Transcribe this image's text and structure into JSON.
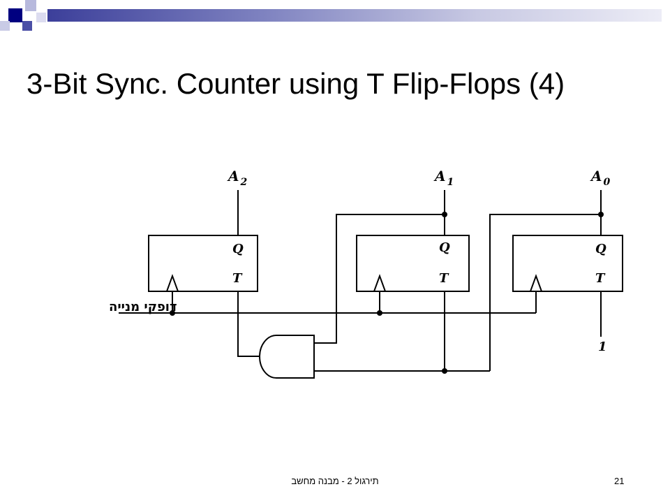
{
  "slide": {
    "title": "3-Bit Sync. Counter using T Flip-Flops (4)",
    "footer": "תירגול 2 - מבנה מחשב",
    "page_number": "21"
  },
  "colors": {
    "accent_dark": "#000080",
    "accent_mid": "#4b4fa6",
    "accent_light": "#9ea1d1",
    "wire": "#000000"
  },
  "diagram": {
    "input_label": "דופקי מנייה",
    "constant_input": "1",
    "outputs": [
      {
        "id": "a2",
        "base": "A",
        "sub": "2"
      },
      {
        "id": "a1",
        "base": "A",
        "sub": "1"
      },
      {
        "id": "a0",
        "base": "A",
        "sub": "0"
      }
    ],
    "flip_flops": [
      {
        "id": "ff2",
        "q_label": "Q",
        "t_label": "T"
      },
      {
        "id": "ff1",
        "q_label": "Q",
        "t_label": "T"
      },
      {
        "id": "ff0",
        "q_label": "Q",
        "t_label": "T"
      }
    ],
    "gate": "AND"
  }
}
